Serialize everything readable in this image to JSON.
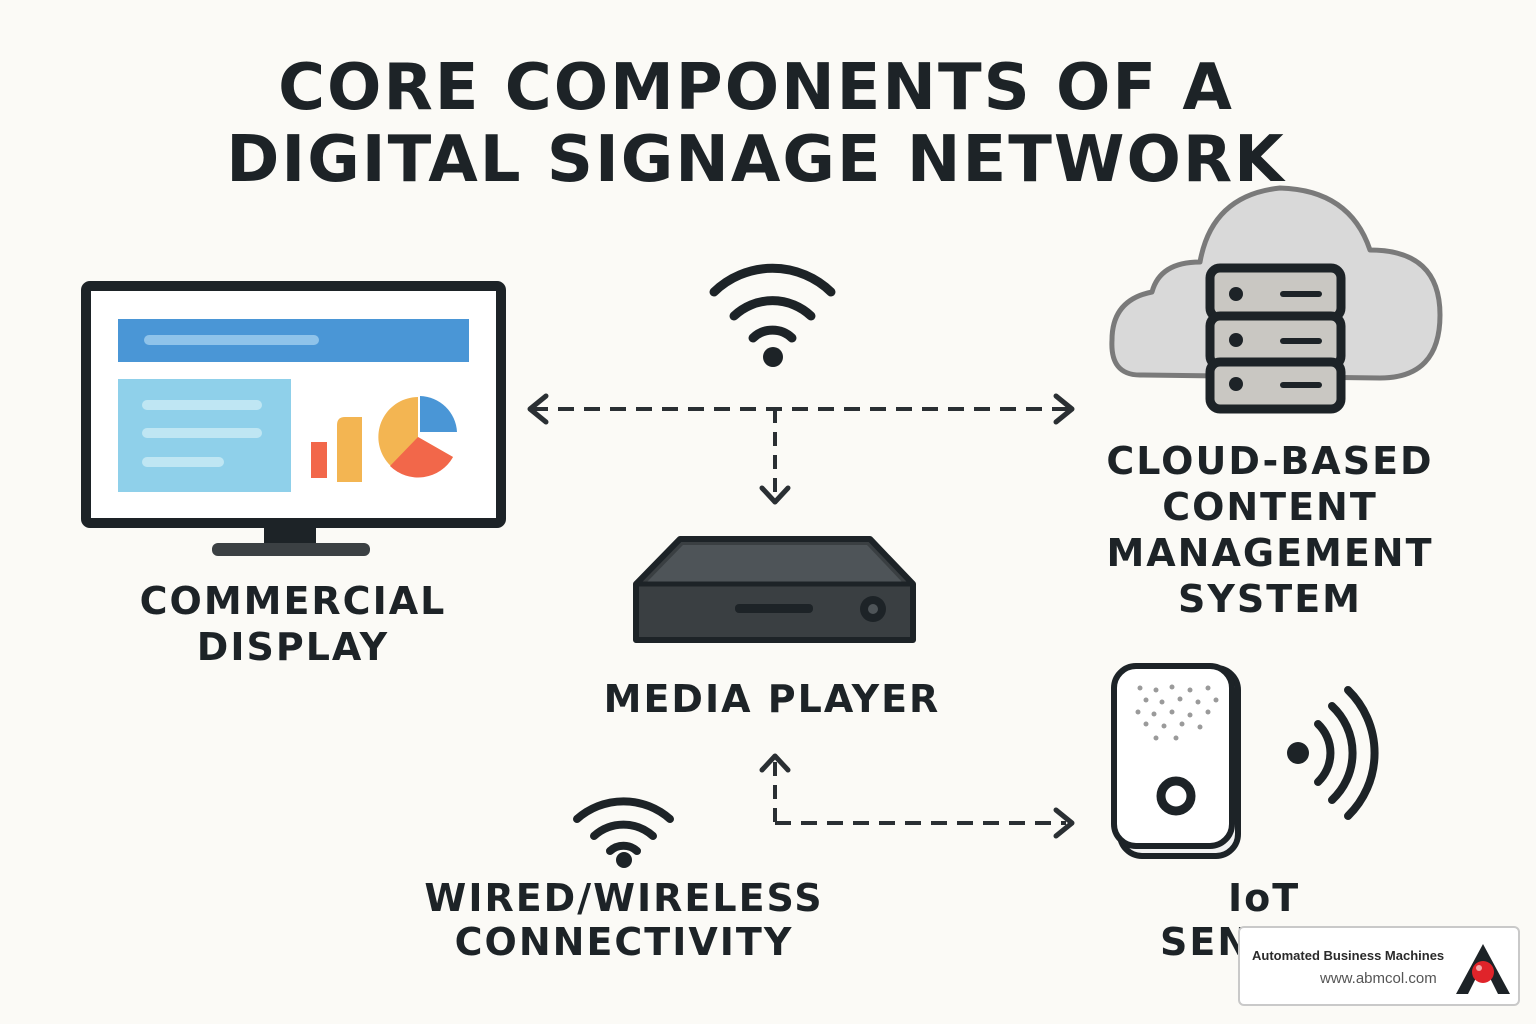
{
  "title": {
    "line1": "CORE COMPONENTS OF A",
    "line2": "DIGITAL SIGNAGE NETWORK"
  },
  "components": {
    "display": {
      "line1": "COMMERCIAL",
      "line2": "DISPLAY",
      "icon": "monitor-icon"
    },
    "media_player": {
      "line1": "MEDIA PLAYER",
      "icon": "media-player-icon"
    },
    "cms": {
      "line1": "CLOUD-BASED",
      "line2": "CONTENT",
      "line3": "MANAGEMENT",
      "line4": "SYSTEM",
      "icon": "cloud-server-icon"
    },
    "connectivity": {
      "line1": "WIRED/WIRELESS",
      "line2": "CONNECTIVITY",
      "icon": "wifi-icon"
    },
    "iot": {
      "line1": "IoT",
      "line2": "SEN",
      "icon": "sensor-icon"
    }
  },
  "badge": {
    "name": "Automated Business Machines",
    "url": "www.abmcol.com",
    "icon": "abm-logo-icon"
  },
  "colors": {
    "ink": "#1d2327",
    "screen_bar": "#4a96d6",
    "screen_panel": "#8fd0ea",
    "chart_orange": "#f3b552",
    "chart_red": "#f2674a",
    "chart_blue": "#4a96d6",
    "cloud": "#d9d9d9",
    "server": "#c9c7c2",
    "logo_red": "#e0242a"
  }
}
